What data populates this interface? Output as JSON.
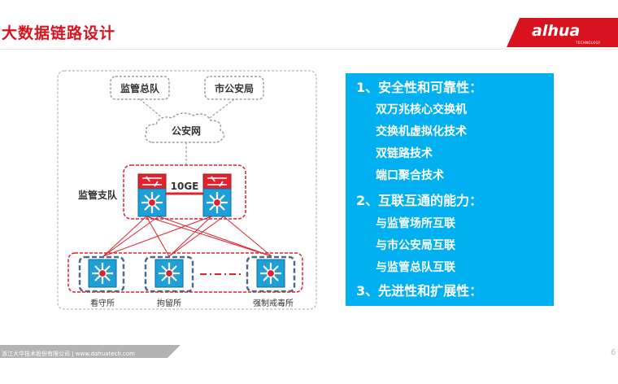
{
  "title": "大数据链路设计",
  "brand": {
    "logo": "alhua",
    "sub": "TECHNOLOGY"
  },
  "diagram": {
    "nodes": {
      "supervision_hq": "监管总队",
      "city_police": "市公安局",
      "police_net": "公安网",
      "supervision_branch": "监管支队",
      "detention_house": "看守所",
      "detention_center": "拘留所",
      "rehab_center": "强制戒毒所"
    },
    "link_label": "10GE"
  },
  "panel": {
    "items": [
      {
        "heading": "1、安全性和可靠性：",
        "points": [
          "双万兆核心交换机",
          "交换机虚拟化技术",
          "双链路技术",
          "端口聚合技术"
        ]
      },
      {
        "heading": "2、互联互通的能力：",
        "points": [
          "与监管场所互联",
          "与市公安局互联",
          "与监管总队互联"
        ]
      },
      {
        "heading": "3、先进性和扩展性：",
        "points": []
      }
    ]
  },
  "footer": {
    "text": "浙江大华技术股份有限公司 | www.dahuatech.com",
    "page": "6"
  },
  "colors": {
    "accent_red": "#d9121f",
    "panel_blue": "#00b0f0",
    "switch_blue": "#1e9fd8",
    "link_red": "#e0212e"
  }
}
